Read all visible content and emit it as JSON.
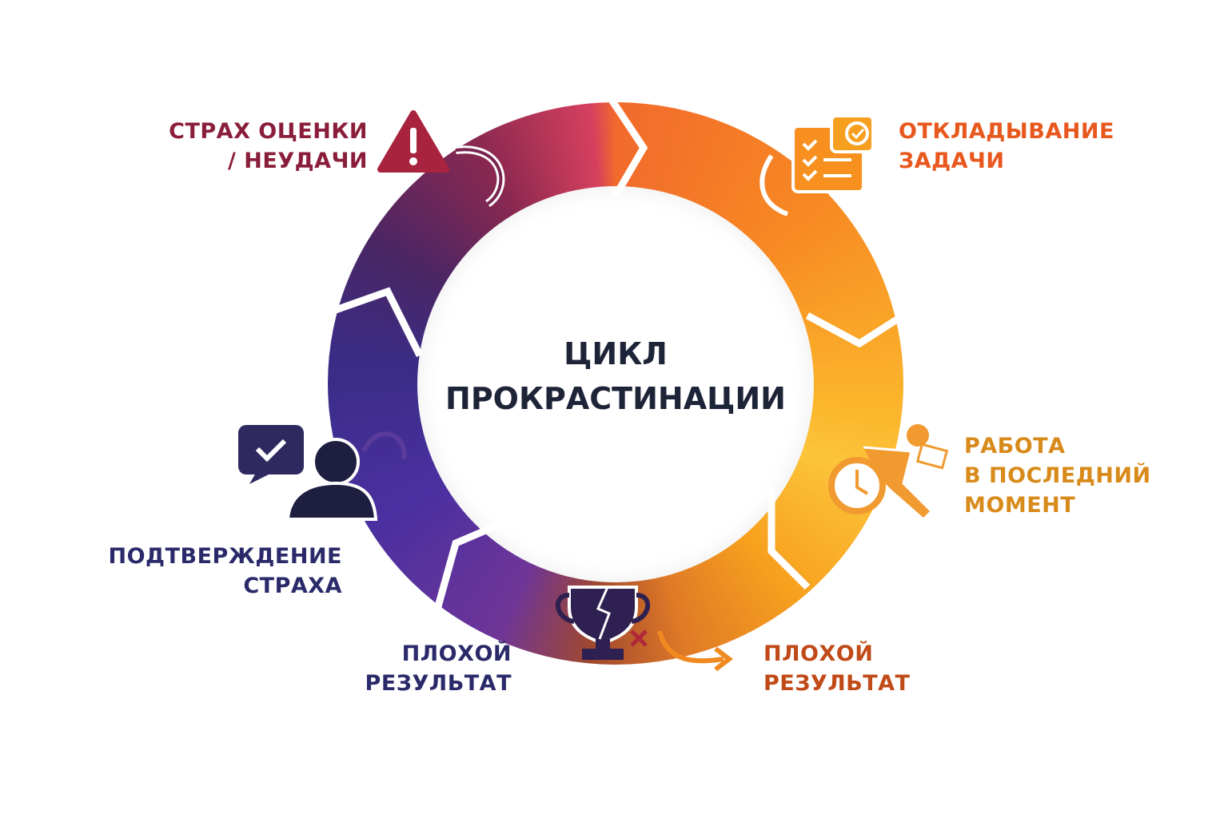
{
  "center": {
    "line1": "ЦИКЛ",
    "line2": "ПРОКРАСТИНАЦИИ"
  },
  "stages": [
    {
      "line1": "СТРАХ ОЦЕНКИ",
      "line2": "/ НЕУДАЧИ",
      "icon": "warning-icon",
      "color": "#8a1e3a"
    },
    {
      "line1": "ОТКЛАДЫВАНИЕ",
      "line2": "ЗАДАЧИ",
      "icon": "checklist-icon",
      "color": "#e8581e"
    },
    {
      "line1": "РАБОТА",
      "line2": "В ПОСЛЕДНИЙ",
      "line3": "МОМЕНТ",
      "icon": "running-clock-icon",
      "color": "#d88a1a"
    },
    {
      "line1": "ПЛОХОЙ",
      "line2": "РЕЗУЛЬТАТ",
      "icon": "broken-trophy-icon",
      "color": "#c04a18"
    },
    {
      "line1": "ПЛОХОЙ",
      "line2": "РЕЗУЛЬТАТ",
      "color": "#2a2a6a"
    },
    {
      "line1": "ПОДТВЕРЖДЕНИЕ",
      "line2": "СТРАХА",
      "icon": "person-check-icon",
      "color": "#2a2a6a"
    }
  ]
}
